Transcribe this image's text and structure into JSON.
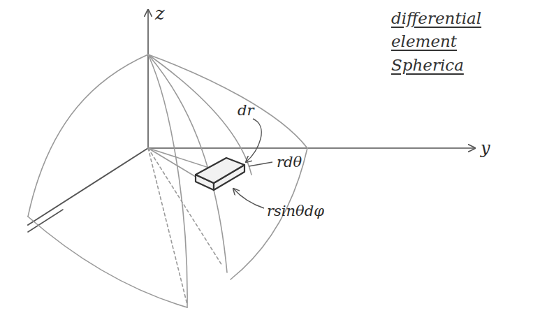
{
  "diagram": {
    "labels": [
      "z",
      "differential element Spherica",
      "dr",
      "y",
      "rdθ",
      "rsinθdφ"
    ]
  }
}
